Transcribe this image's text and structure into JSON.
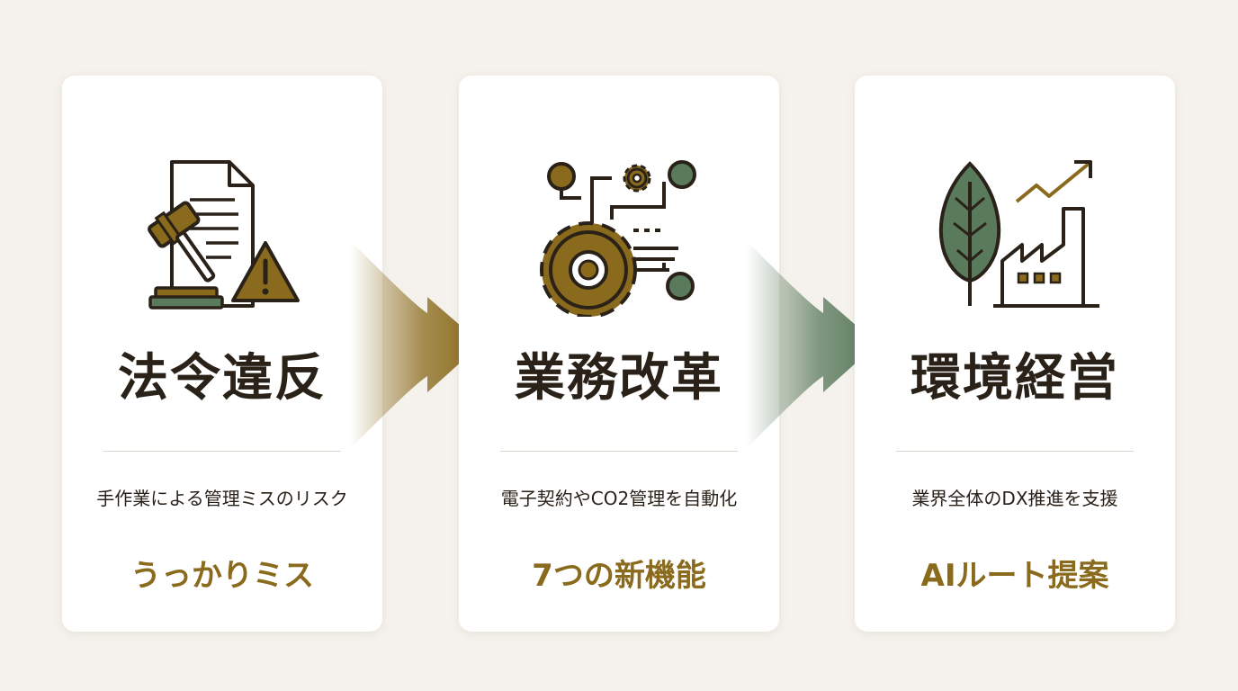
{
  "colors": {
    "background": "#f5f2ed",
    "card": "#ffffff",
    "title_text": "#2a2118",
    "accent_gold": "#8a6a1c",
    "accent_green": "#5a7a5c"
  },
  "cards": [
    {
      "title": "法令違反",
      "description": "手作業による管理ミスのリスク",
      "highlight": "うっかりミス",
      "icon": "legal-document-gavel-warning-icon"
    },
    {
      "title": "業務改革",
      "description": "電子契約やCO2管理を自動化",
      "highlight": "7つの新機能",
      "icon": "gears-workflow-icon"
    },
    {
      "title": "環境経営",
      "description": "業界全体のDX推進を支援",
      "highlight": "AIルート提案",
      "icon": "leaf-factory-growth-icon"
    }
  ],
  "arrows": [
    {
      "icon": "arrow-right-icon",
      "color": "#8a6a1c"
    },
    {
      "icon": "arrow-right-icon",
      "color": "#5a7a5c"
    }
  ]
}
